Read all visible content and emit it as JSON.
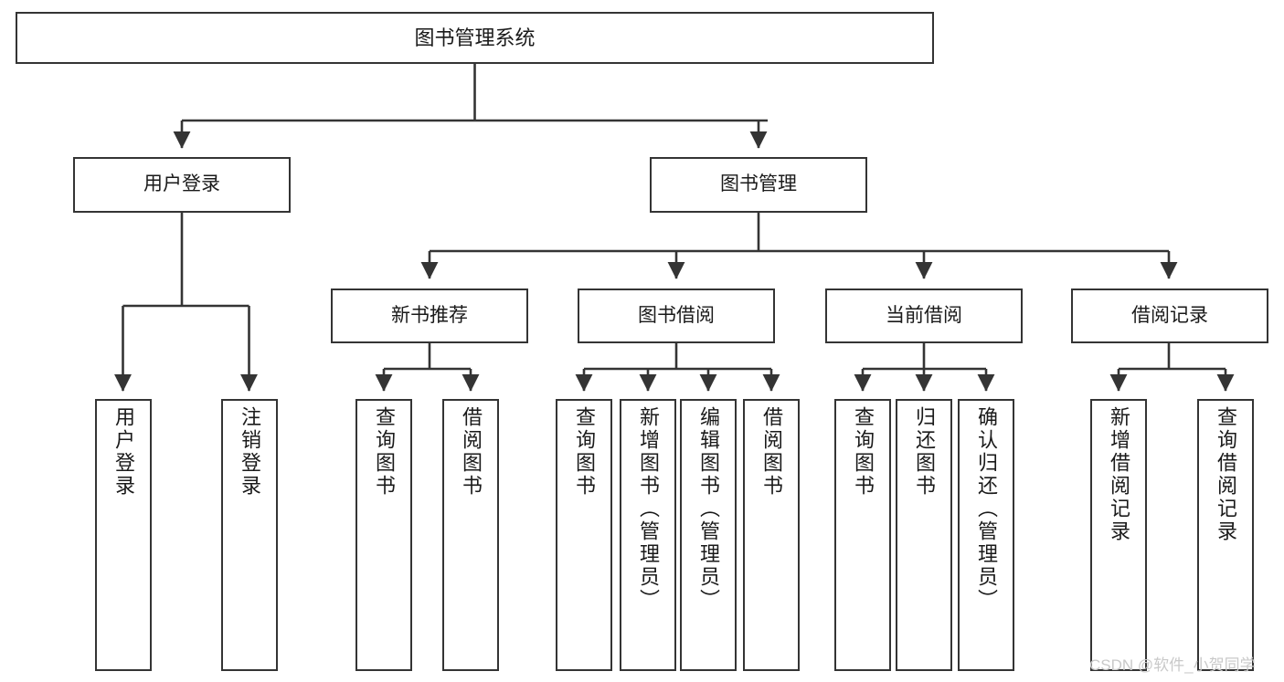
{
  "diagram": {
    "type": "hierarchy-tree",
    "title": "图书管理系统",
    "root": {
      "label": "图书管理系统"
    },
    "level2": [
      {
        "id": "user-login",
        "label": "用户登录"
      },
      {
        "id": "book-management",
        "label": "图书管理"
      }
    ],
    "level3": [
      {
        "id": "new-book-recommend",
        "label": "新书推荐",
        "parent": "book-management"
      },
      {
        "id": "book-borrow",
        "label": "图书借阅",
        "parent": "book-management"
      },
      {
        "id": "current-borrow",
        "label": "当前借阅",
        "parent": "book-management"
      },
      {
        "id": "borrow-record",
        "label": "借阅记录",
        "parent": "book-management"
      }
    ],
    "leaves": [
      {
        "id": "leaf-user-login",
        "label": "用户登录",
        "parent": "user-login"
      },
      {
        "id": "leaf-logout-login",
        "label": "注销登录",
        "parent": "user-login"
      },
      {
        "id": "leaf-query-book-1",
        "label": "查询图书",
        "parent": "new-book-recommend"
      },
      {
        "id": "leaf-borrow-book-1",
        "label": "借阅图书",
        "parent": "new-book-recommend"
      },
      {
        "id": "leaf-query-book-2",
        "label": "查询图书",
        "parent": "book-borrow"
      },
      {
        "id": "leaf-add-book",
        "label": "新增图书（管理员）",
        "parent": "book-borrow"
      },
      {
        "id": "leaf-edit-book",
        "label": "编辑图书（管理员）",
        "parent": "book-borrow"
      },
      {
        "id": "leaf-borrow-book-2",
        "label": "借阅图书",
        "parent": "book-borrow"
      },
      {
        "id": "leaf-query-book-3",
        "label": "查询图书",
        "parent": "current-borrow"
      },
      {
        "id": "leaf-return-book",
        "label": "归还图书",
        "parent": "current-borrow"
      },
      {
        "id": "leaf-confirm-return",
        "label": "确认归还（管理员）",
        "parent": "current-borrow"
      },
      {
        "id": "leaf-add-borrow-record",
        "label": "新增借阅记录",
        "parent": "borrow-record"
      },
      {
        "id": "leaf-query-borrow-record",
        "label": "查询借阅记录",
        "parent": "borrow-record"
      }
    ]
  },
  "watermark": {
    "text": "CSDN @软件_小贺同学"
  },
  "colors": {
    "stroke": "#343434",
    "box_fill": "#ffffff",
    "text": "#1a1a1a",
    "watermark": "#c9c9c9",
    "background": "#ffffff"
  }
}
